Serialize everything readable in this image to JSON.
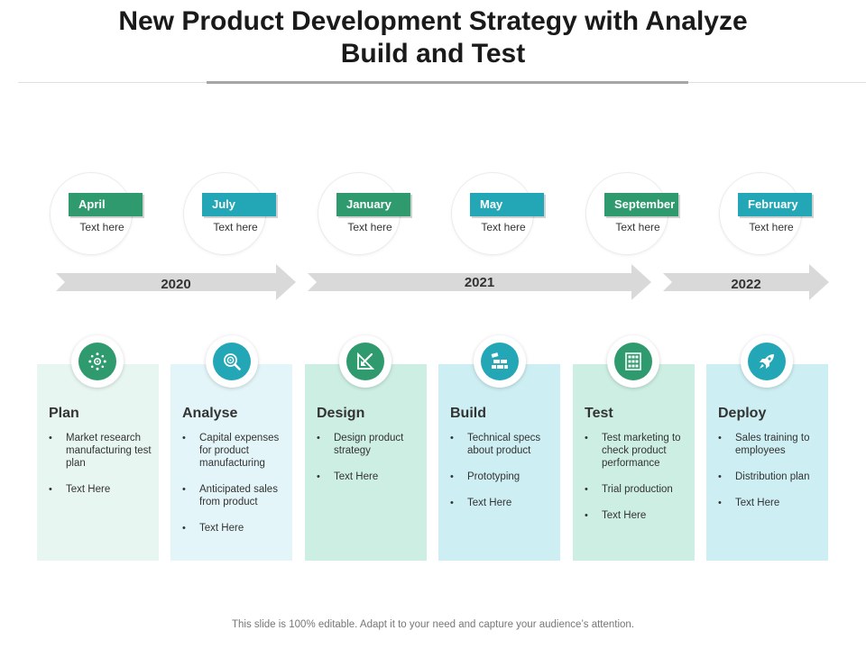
{
  "title": {
    "line1": "New Product Development Strategy with Analyze",
    "line2": "Build and Test"
  },
  "milestones": [
    {
      "month": "April",
      "text": "Text here",
      "color": "#2e9a6e"
    },
    {
      "month": "July",
      "text": "Text here",
      "color": "#23a7b7"
    },
    {
      "month": "January",
      "text": "Text here",
      "color": "#2e9a6e"
    },
    {
      "month": "May",
      "text": "Text here",
      "color": "#23a7b7"
    },
    {
      "month": "September",
      "text": "Text here",
      "color": "#2e9a6e"
    },
    {
      "month": "February",
      "text": "Text here",
      "color": "#23a7b7"
    }
  ],
  "years": [
    "2020",
    "2021",
    "2022"
  ],
  "cards": [
    {
      "title": "Plan",
      "icon": "network-gear-icon",
      "bg": "#e8f6f2",
      "icon_color": "#2e9a6e",
      "bullets": [
        "Market research manufacturing test plan",
        "Text Here"
      ]
    },
    {
      "title": "Analyse",
      "icon": "target-magnifier-icon",
      "bg": "#e3f5f8",
      "icon_color": "#23a7b7",
      "bullets": [
        "Capital expenses for product manufacturing",
        "Anticipated sales from product",
        " Text Here"
      ]
    },
    {
      "title": "Design",
      "icon": "design-tools-icon",
      "bg": "#cdeee2",
      "icon_color": "#2e9a6e",
      "bullets": [
        "Design product strategy",
        " Text Here"
      ]
    },
    {
      "title": "Build",
      "icon": "brick-build-icon",
      "bg": "#cdeef2",
      "icon_color": "#23a7b7",
      "bullets": [
        "Technical specs about product",
        "Prototyping",
        "Text Here"
      ]
    },
    {
      "title": "Test",
      "icon": "checklist-grid-icon",
      "bg": "#cdeee2",
      "icon_color": "#2e9a6e",
      "bullets": [
        "Test marketing to check product performance",
        "Trial production",
        "Text Here"
      ]
    },
    {
      "title": "Deploy",
      "icon": "rocket-icon",
      "bg": "#cdeef2",
      "icon_color": "#23a7b7",
      "bullets": [
        "Sales training to employees",
        "Distribution plan",
        "Text Here"
      ]
    }
  ],
  "footer": "This slide is 100% editable. Adapt it to your need and capture your audience’s attention."
}
